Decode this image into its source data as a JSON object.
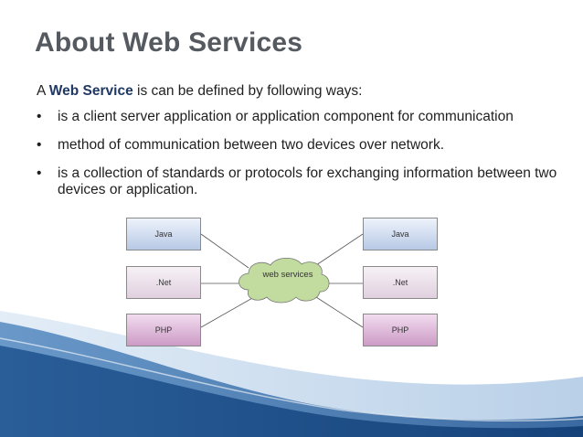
{
  "slide": {
    "title": "About Web Services",
    "intro": {
      "prefix": "A ",
      "term": "Web Service",
      "suffix": " is can be defined by following ways:"
    },
    "bullet_symbol": "•",
    "bullets": [
      "is a client server application or application component for communication",
      "method of communication between two devices over network.",
      "is a collection of standards or protocols for exchanging information between two devices or application."
    ]
  },
  "diagram": {
    "center": "web services",
    "left_nodes": [
      "Java",
      ".Net",
      "PHP"
    ],
    "right_nodes": [
      "Java",
      ".Net",
      "PHP"
    ]
  },
  "colors": {
    "title": "#555a60",
    "term": "#1f3864",
    "java_fill": "#b7c9e6",
    "net_fill": "#e0d0df",
    "php_fill": "#cc9bc6",
    "cloud_fill": "#c2dca0",
    "wave_dark": "#1b4f8a",
    "wave_light": "#cfe0f0"
  }
}
